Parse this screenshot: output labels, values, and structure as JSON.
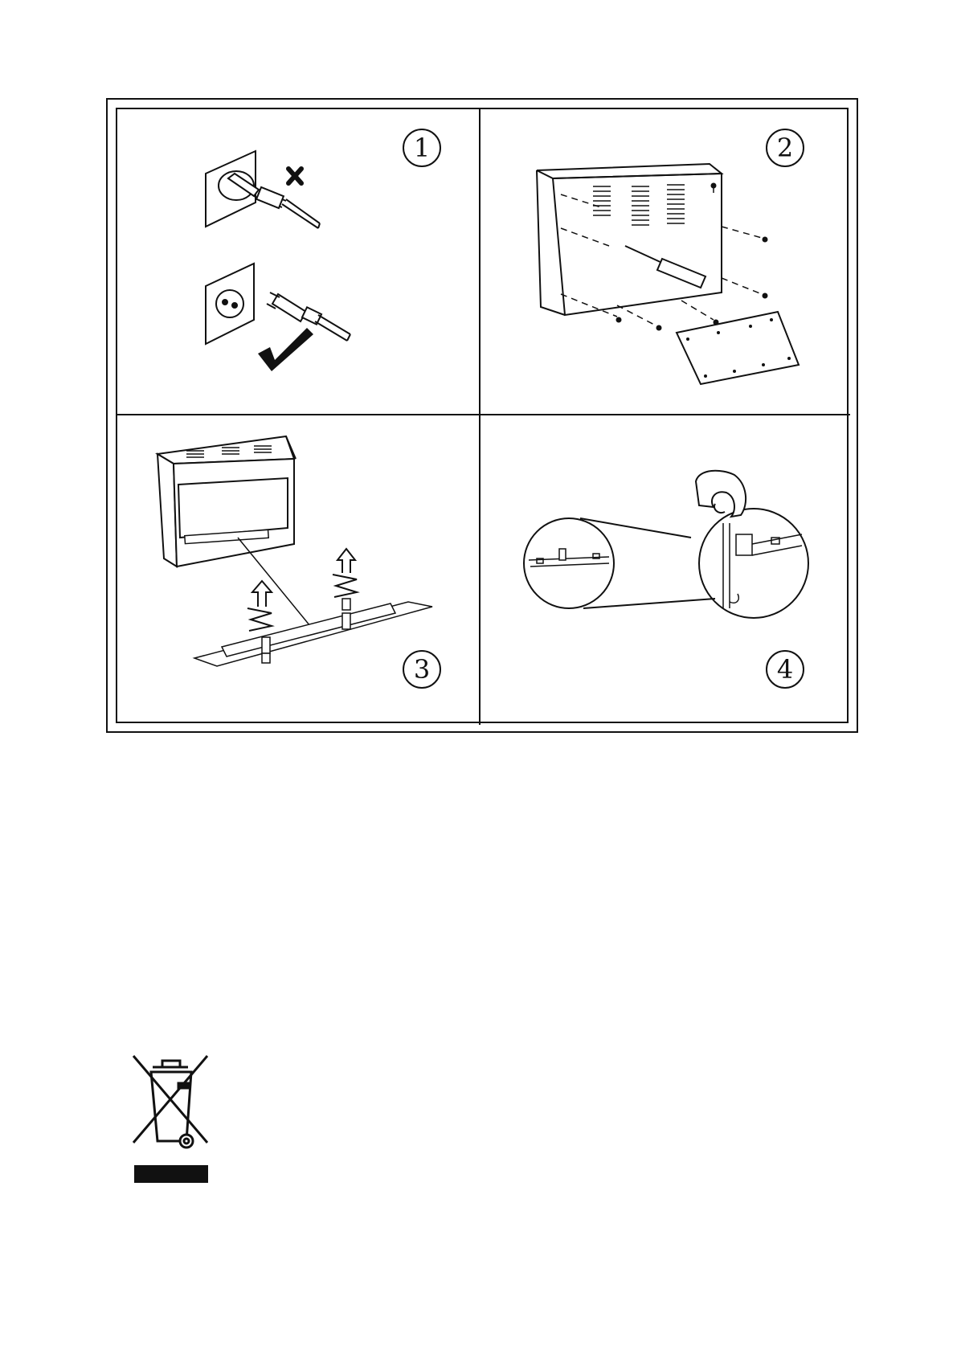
{
  "document": {
    "steps": [
      {
        "number": "1",
        "icon": "unplug-icon"
      },
      {
        "number": "2",
        "icon": "back-panel-screws-icon"
      },
      {
        "number": "3",
        "icon": "remove-springs-icon"
      },
      {
        "number": "4",
        "icon": "release-clip-icon"
      }
    ]
  },
  "icons": {
    "recycling": "crossed-out-wheelie-bin-icon"
  },
  "colors": {
    "line": "#111111",
    "background": "#ffffff"
  }
}
